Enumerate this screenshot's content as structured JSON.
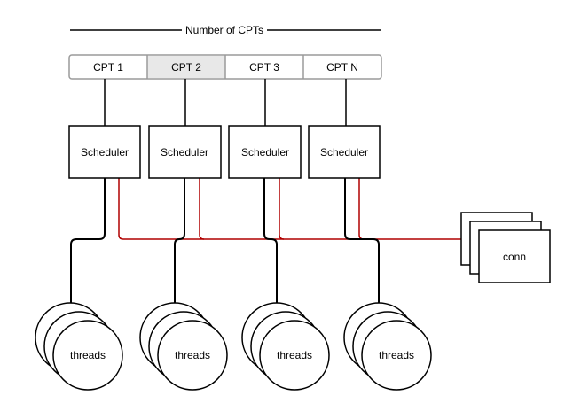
{
  "diagram": {
    "header_label": "Number of CPTs",
    "cpts": [
      {
        "label": "CPT 1",
        "highlighted": false
      },
      {
        "label": "CPT 2",
        "highlighted": true
      },
      {
        "label": "CPT 3",
        "highlighted": false
      },
      {
        "label": "CPT N",
        "highlighted": false
      }
    ],
    "scheduler_label": "Scheduler",
    "thread_group_label": "threads",
    "conn_label": "conn",
    "colors": {
      "stroke": "#000000",
      "cpt_fill": "#ffffff",
      "cpt_highlight_fill": "#e8e8e8",
      "cpt_border": "#9a9a9a",
      "conn_line": "#b00000"
    }
  }
}
